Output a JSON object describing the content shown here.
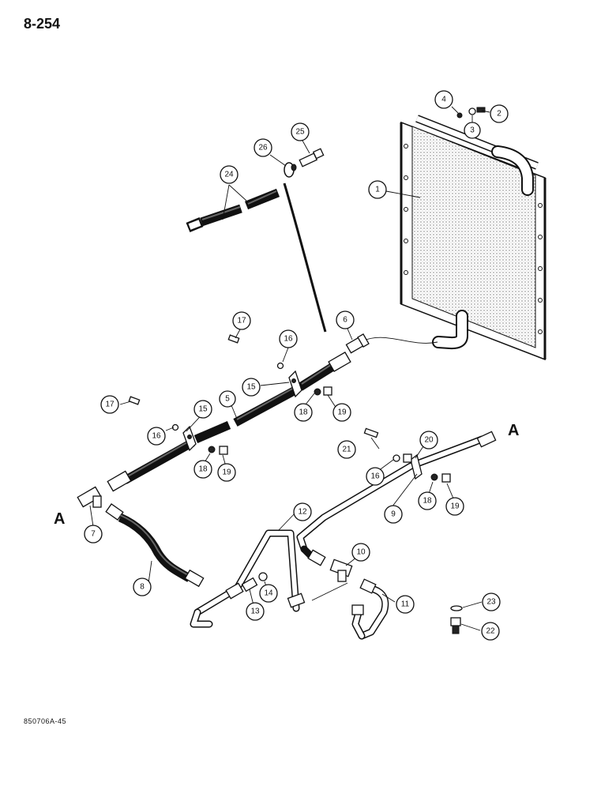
{
  "page_number": "8-254",
  "figure_code": "850706A-45",
  "reference_letters": [
    "A",
    "A"
  ],
  "callouts": [
    "1",
    "2",
    "3",
    "4",
    "5",
    "6",
    "7",
    "8",
    "9",
    "10",
    "11",
    "12",
    "13",
    "14",
    "15",
    "16",
    "16",
    "16",
    "17",
    "17",
    "18",
    "18",
    "18",
    "19",
    "19",
    "19",
    "20",
    "21",
    "22",
    "23",
    "24",
    "25",
    "26",
    "15"
  ]
}
